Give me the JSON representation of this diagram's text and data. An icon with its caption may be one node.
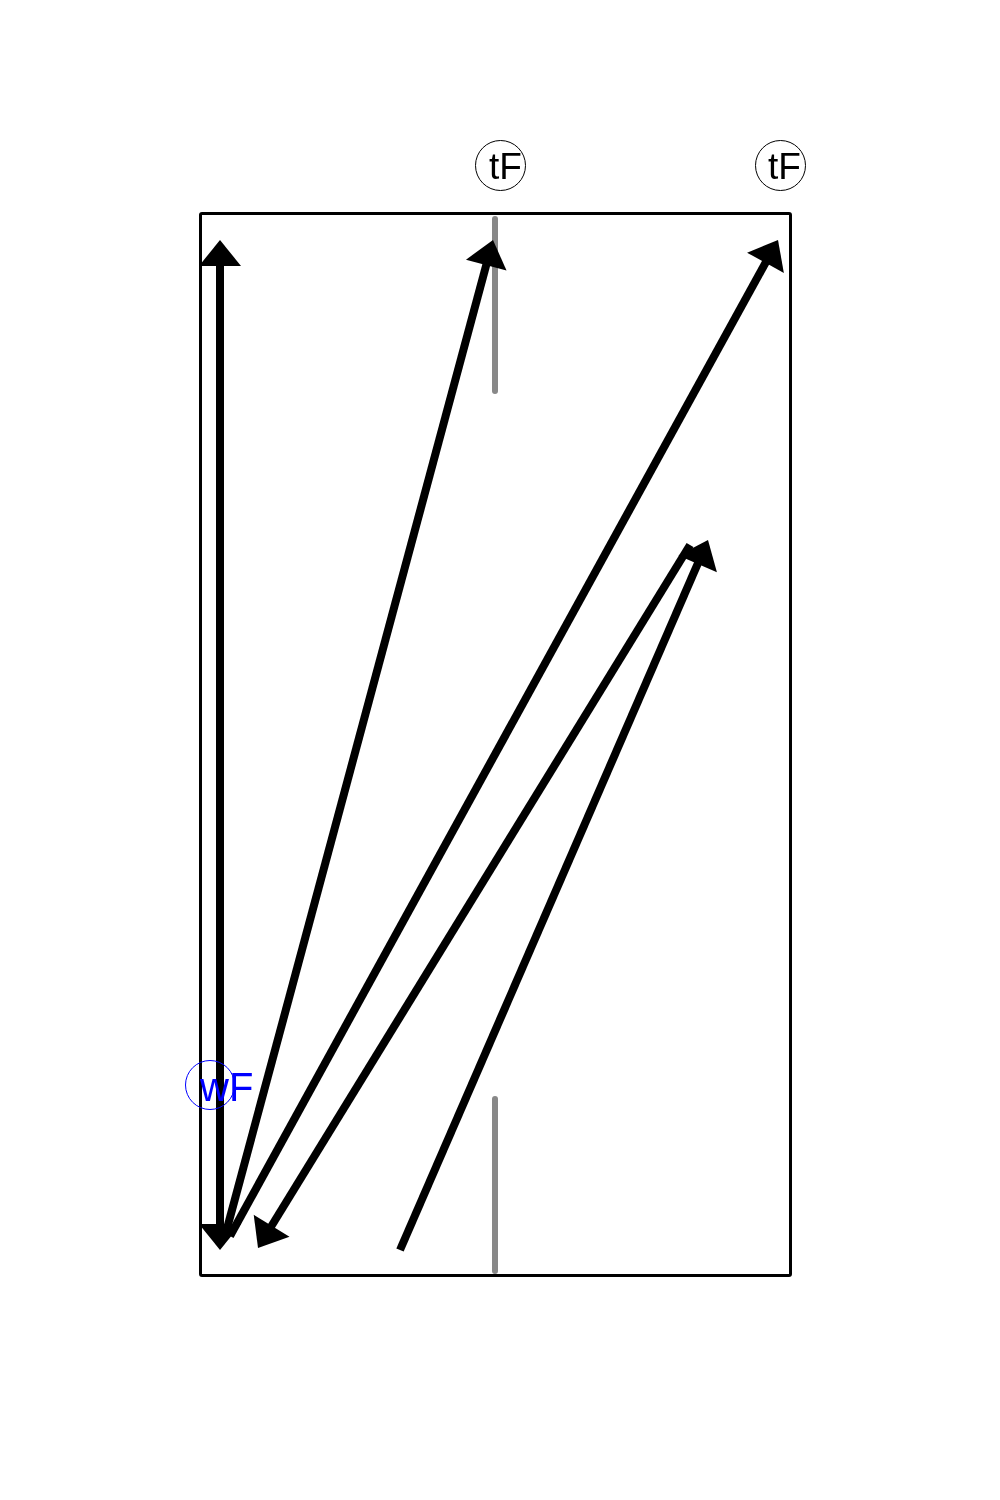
{
  "diagram": {
    "nodes": [
      {
        "text": [
          "tF"
        ]
      },
      {
        "text": [
          "tF"
        ]
      },
      {
        "text": [
          "wF"
        ]
      }
    ]
  }
}
